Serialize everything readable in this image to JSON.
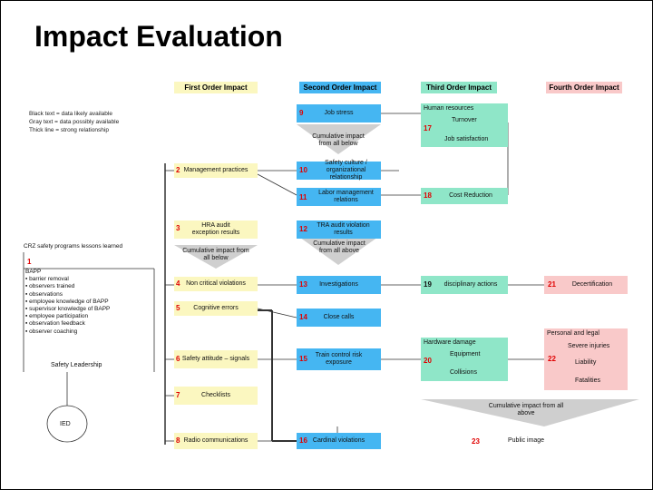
{
  "title": "Impact Evaluation",
  "headers": {
    "first": "First Order Impact",
    "second": "Second Order Impact",
    "third": "Third Order Impact",
    "fourth": "Fourth Order Impact"
  },
  "legend": [
    "Black text  =   data likely available",
    "Gray text   =   data possibly available",
    "Thick line   =   strong relationship"
  ],
  "first_order": {
    "n2": "2",
    "management_practices": "Management practices",
    "n3": "3",
    "hra_audit": "HRA audit exception results",
    "cumulative_left": "Cumulative impact from all below",
    "n4": "4",
    "non_critical": "Non critical violations",
    "n5": "5",
    "cognitive": "Cognitive errors",
    "n6": "6",
    "safety_attitude": "Safety attitude – signals",
    "n7": "7",
    "checklists": "Checklists",
    "n8": "8",
    "radio": "Radio communications"
  },
  "second_order": {
    "n9": "9",
    "job_stress": "Job stress",
    "cumulative_top": "Cumulative impact from all below",
    "n10": "10",
    "safety_culture": "Safety culture / organizational relationship",
    "n11": "11",
    "labor": "Labor management relations",
    "n12": "12",
    "tra_audit": "TRA audit violation results",
    "cumulative_mid": "Cumulative impact from all above",
    "n13": "13",
    "investigations": "Investigations",
    "n14": "14",
    "close_calls": "Close calls",
    "n15": "15",
    "train_control": "Train control risk exposure",
    "n16": "16",
    "cardinal": "Cardinal violations"
  },
  "third_order": {
    "human_resources": "Human resources",
    "turnover": "Turnover",
    "n17": "17",
    "job_satisfaction": "Job satisfaction",
    "n18": "18",
    "cost_reduction": "Cost Reduction",
    "n19": "19",
    "disciplinary": "disciplinary actions",
    "hardware_damage": "Hardware damage",
    "n20": "20",
    "equipment": "Equipment",
    "collisions": "Collisions"
  },
  "fourth_order": {
    "n21": "21",
    "decertification": "Decertification",
    "personal_legal": "Personal and legal",
    "severe_injuries": "Severe injuries",
    "n22": "22",
    "liability": "Liability",
    "fatalities": "Fatalities"
  },
  "bottom": {
    "cumulative_all": "Cumulative impact from all above",
    "n23": "23",
    "public_image": "Public image"
  },
  "left_panel": {
    "crz": "CRZ safety programs lessons learned",
    "n1": "1",
    "bapp_title": "BAPP",
    "bapp_items": [
      "barrier removal",
      "observers trained",
      "observations",
      "employee knowledge of BAPP",
      "supervisor knowledge of BAPP",
      "employee participation",
      "observation feedback",
      "observer coaching"
    ],
    "safety_leadership": "Safety Leadership",
    "ied": "IED"
  },
  "colors": {
    "first": "#fbf7c0",
    "second": "#45b6f2",
    "third": "#8fe6c8",
    "fourth": "#f9c9c9",
    "number": "#e00000"
  }
}
